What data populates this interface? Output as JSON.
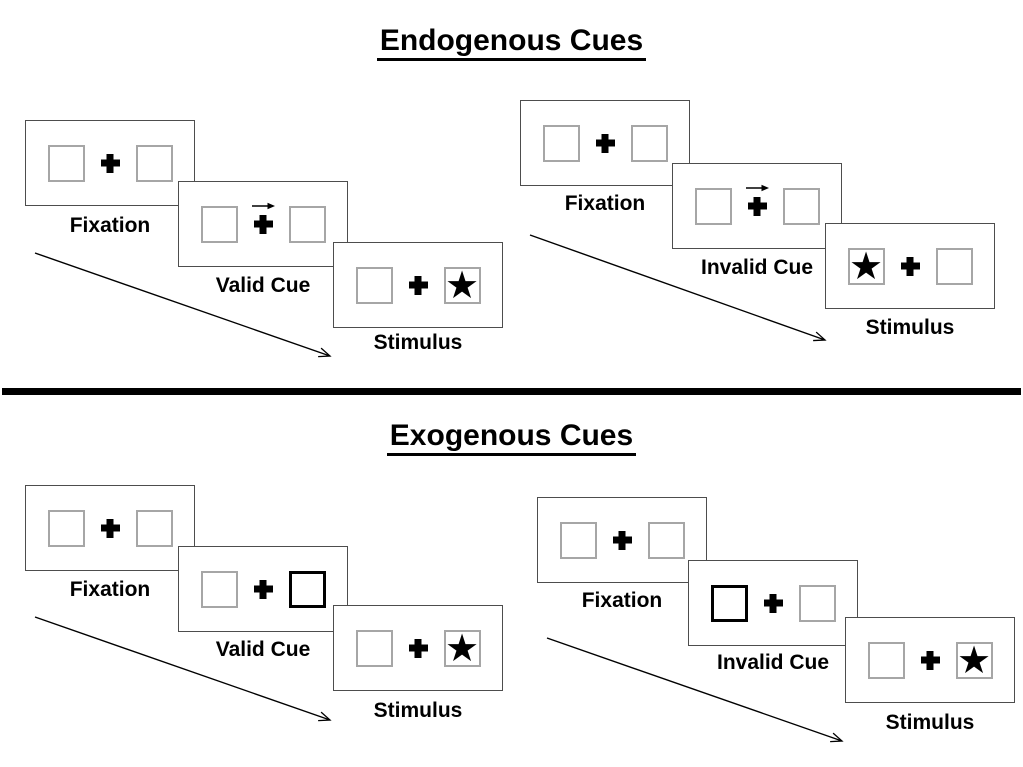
{
  "diagram": {
    "glyphs": {
      "star": "★"
    },
    "colors": {
      "ink": "#000000",
      "card_border": "#4d4d4d",
      "box_border": "#a6a6a6",
      "background": "#ffffff"
    },
    "sections": [
      {
        "title": "Endogenous Cues",
        "panels": [
          {
            "condition": "valid",
            "cue": "central arrow pointing right above fixation cross",
            "star_side": "right",
            "cards": [
              {
                "label": "Fixation"
              },
              {
                "label": "Valid Cue"
              },
              {
                "label": "Stimulus"
              }
            ]
          },
          {
            "condition": "invalid",
            "cue": "central arrow pointing right above fixation cross",
            "star_side": "left",
            "cards": [
              {
                "label": "Fixation"
              },
              {
                "label": "Invalid Cue"
              },
              {
                "label": "Stimulus"
              }
            ]
          }
        ]
      },
      {
        "title": "Exogenous Cues",
        "panels": [
          {
            "condition": "valid",
            "cue": "right peripheral box highlighted bold",
            "star_side": "right",
            "cards": [
              {
                "label": "Fixation"
              },
              {
                "label": "Valid Cue"
              },
              {
                "label": "Stimulus"
              }
            ]
          },
          {
            "condition": "invalid",
            "cue": "left peripheral box highlighted bold",
            "star_side": "right",
            "cards": [
              {
                "label": "Fixation"
              },
              {
                "label": "Invalid Cue"
              },
              {
                "label": "Stimulus"
              }
            ]
          }
        ]
      }
    ]
  }
}
